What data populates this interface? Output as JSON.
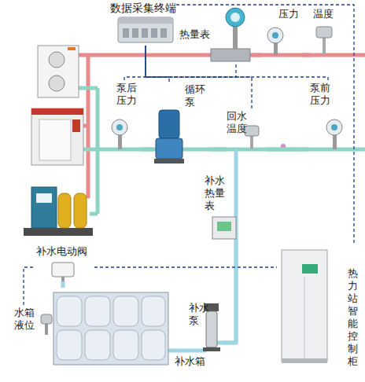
{
  "diagram": {
    "nodes": [
      {
        "text": [
          "数据采集终端"
        ]
      },
      {
        "text": [
          "热量表"
        ]
      },
      {
        "text": [
          "压力"
        ]
      },
      {
        "text": [
          "温度"
        ]
      },
      {
        "text": [
          "泵后压力"
        ]
      },
      {
        "text": [
          "循环泵"
        ]
      },
      {
        "text": [
          "回水温度"
        ]
      },
      {
        "text": [
          "泵前压力"
        ]
      },
      {
        "text": [
          "补水热量表"
        ]
      },
      {
        "text": [
          "补水电动阀"
        ]
      },
      {
        "text": [
          "水箱液位"
        ]
      },
      {
        "text": [
          "补水泵"
        ]
      },
      {
        "text": [
          "补水箱"
        ]
      },
      {
        "text": [
          "热力站智能控制柜"
        ]
      }
    ],
    "edges": [
      {
        "from": 1,
        "to": 0,
        "arrow": "none"
      },
      {
        "from": 0,
        "to": 13,
        "arrow": "none"
      },
      {
        "from": 4,
        "to": 0,
        "arrow": "none"
      },
      {
        "from": 5,
        "to": 0,
        "arrow": "none"
      },
      {
        "from": 6,
        "to": 0,
        "arrow": "none"
      },
      {
        "from": 7,
        "to": 0,
        "arrow": "none"
      },
      {
        "from": 1,
        "to": 2,
        "arrow": "none"
      },
      {
        "from": 2,
        "to": 3,
        "arrow": "none"
      },
      {
        "from": 4,
        "to": 5,
        "arrow": "none"
      },
      {
        "from": 5,
        "to": 6,
        "arrow": "none"
      },
      {
        "from": 6,
        "to": 7,
        "arrow": "none"
      },
      {
        "from": 8,
        "to": 11,
        "arrow": "none"
      },
      {
        "from": 9,
        "to": 13,
        "arrow": "none"
      },
      {
        "from": 10,
        "to": 9,
        "arrow": "none"
      },
      {
        "from": 9,
        "to": 12,
        "arrow": "none"
      }
    ]
  }
}
